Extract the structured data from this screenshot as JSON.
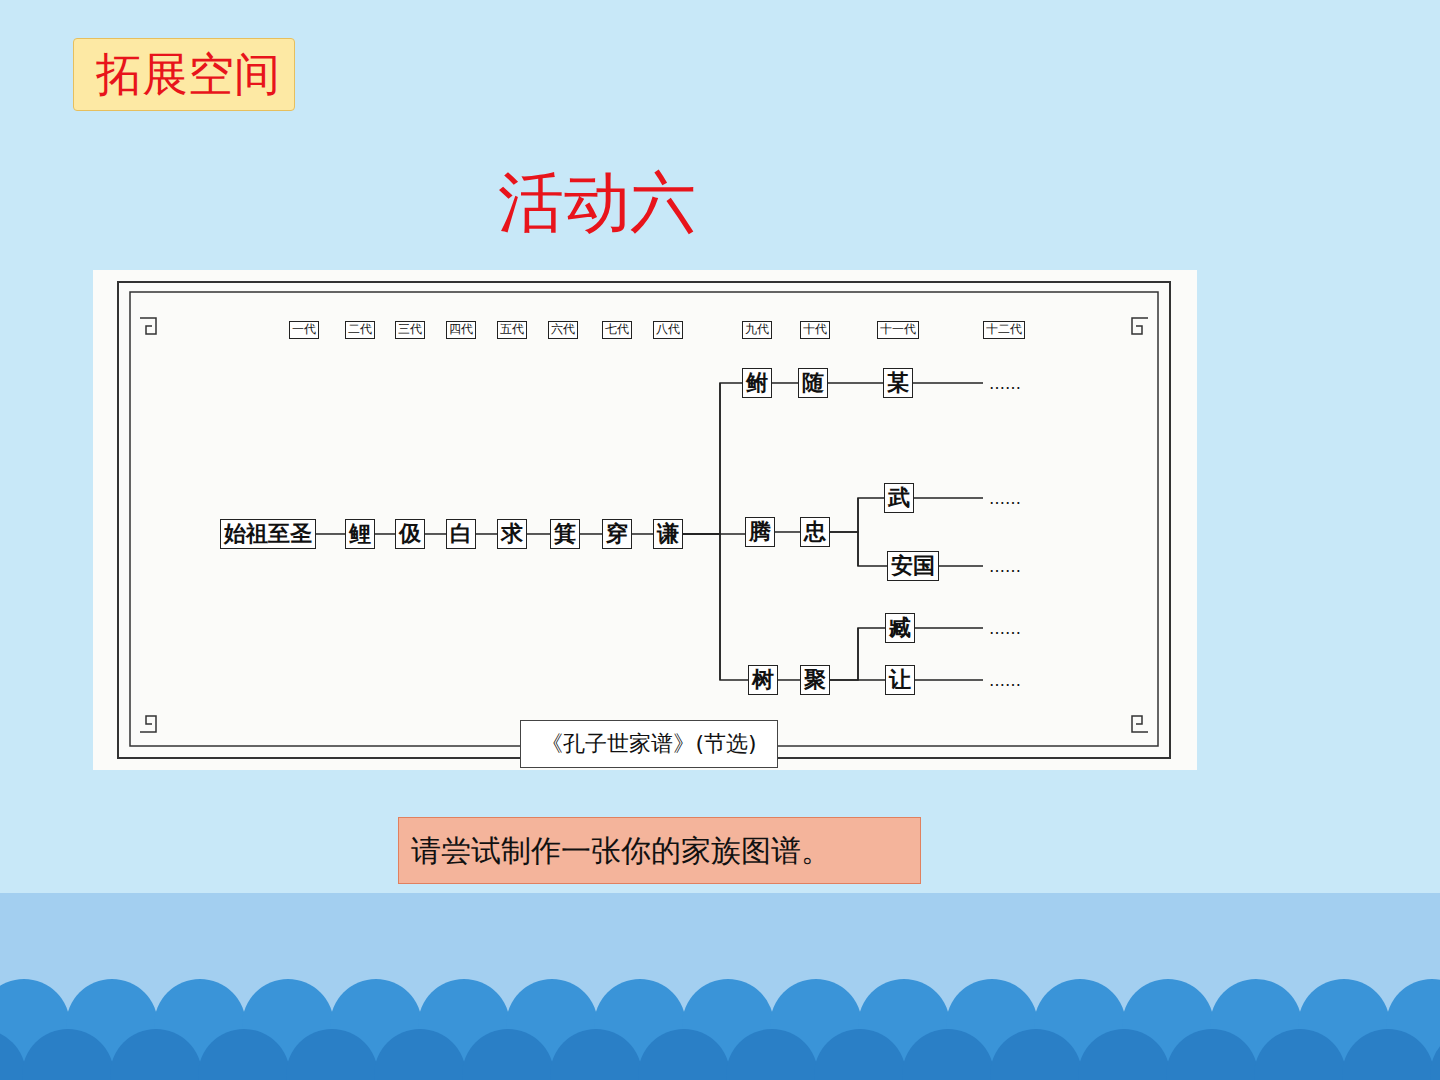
{
  "diagram": {
    "title": "活动六",
    "caption": "《孔子世家谱》(节选)",
    "nodes": [
      {
        "text": [
          "拓展空间"
        ]
      },
      {
        "text": [
          "始祖至圣"
        ]
      },
      {
        "text": [
          "鲤"
        ]
      },
      {
        "text": [
          "伋"
        ]
      },
      {
        "text": [
          "白"
        ]
      },
      {
        "text": [
          "求"
        ]
      },
      {
        "text": [
          "箕"
        ]
      },
      {
        "text": [
          "穿"
        ]
      },
      {
        "text": [
          "谦"
        ]
      },
      {
        "text": [
          "鲋"
        ]
      },
      {
        "text": [
          "随"
        ]
      },
      {
        "text": [
          "某"
        ]
      },
      {
        "text": [
          "腾"
        ]
      },
      {
        "text": [
          "忠"
        ]
      },
      {
        "text": [
          "武"
        ]
      },
      {
        "text": [
          "安国"
        ]
      },
      {
        "text": [
          "树"
        ]
      },
      {
        "text": [
          "聚"
        ]
      },
      {
        "text": [
          "臧"
        ]
      },
      {
        "text": [
          "让"
        ]
      },
      {
        "text": [
          "请尝试制作一张你的家族图谱。"
        ]
      }
    ],
    "edges": [
      {
        "from": 1,
        "to": 2,
        "arrow": "none"
      },
      {
        "from": 2,
        "to": 3,
        "arrow": "none"
      },
      {
        "from": 3,
        "to": 4,
        "arrow": "none"
      },
      {
        "from": 4,
        "to": 5,
        "arrow": "none"
      },
      {
        "from": 5,
        "to": 6,
        "arrow": "none"
      },
      {
        "from": 6,
        "to": 7,
        "arrow": "none"
      },
      {
        "from": 7,
        "to": 8,
        "arrow": "none"
      },
      {
        "from": 8,
        "to": 9,
        "arrow": "none"
      },
      {
        "from": 8,
        "to": 12,
        "arrow": "none"
      },
      {
        "from": 8,
        "to": 16,
        "arrow": "none"
      },
      {
        "from": 9,
        "to": 10,
        "arrow": "none"
      },
      {
        "from": 10,
        "to": 11,
        "arrow": "none"
      },
      {
        "from": 12,
        "to": 13,
        "arrow": "none"
      },
      {
        "from": 13,
        "to": 14,
        "arrow": "none"
      },
      {
        "from": 13,
        "to": 15,
        "arrow": "none"
      },
      {
        "from": 16,
        "to": 17,
        "arrow": "none"
      },
      {
        "from": 17,
        "to": 18,
        "arrow": "none"
      },
      {
        "from": 17,
        "to": 19,
        "arrow": "none"
      }
    ],
    "labels": [
      "一代",
      "二代",
      "三代",
      "四代",
      "五代",
      "六代",
      "七代",
      "八代",
      "九代",
      "十代",
      "十一代",
      "十二代",
      "……",
      "……",
      "……",
      "……",
      "……"
    ]
  }
}
